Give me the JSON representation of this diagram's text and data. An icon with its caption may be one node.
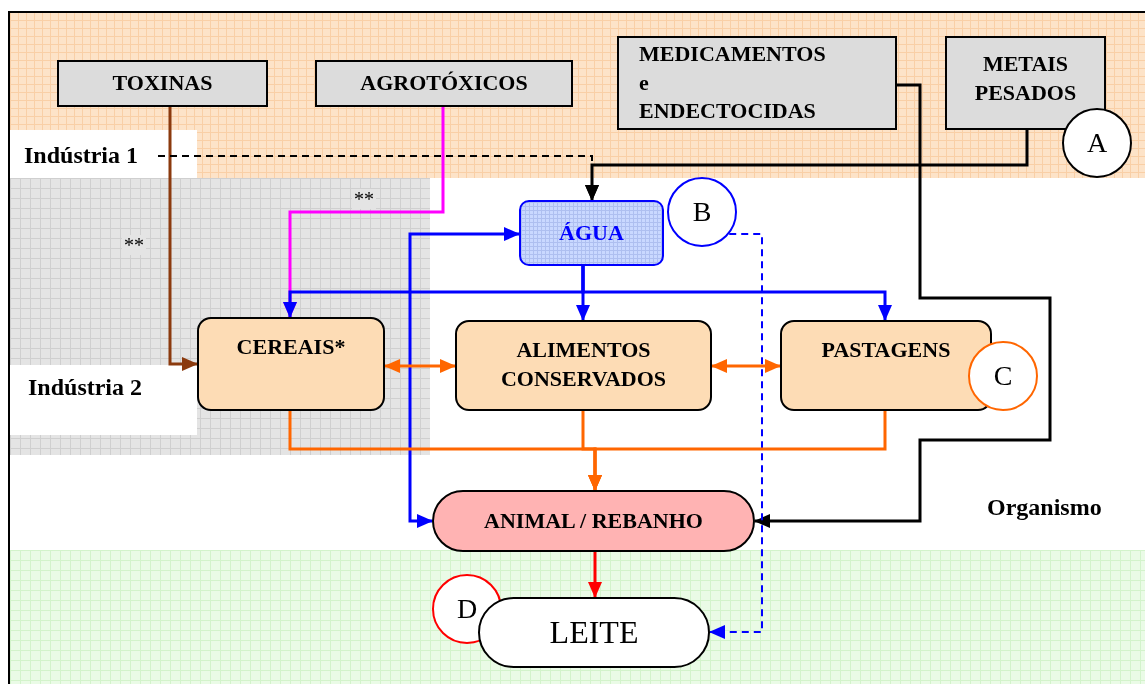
{
  "diagram": {
    "nodes": [
      {
        "text": [
          "TOXINAS"
        ]
      },
      {
        "text": [
          "AGROTÓXICOS"
        ]
      },
      {
        "text": [
          "MEDICAMENTOS e ENDECTOCIDAS"
        ]
      },
      {
        "text": [
          "METAIS PESADOS"
        ]
      },
      {
        "text": [
          "A"
        ]
      },
      {
        "text": [
          "Indústria 1"
        ]
      },
      {
        "text": [
          "ÁGUA"
        ]
      },
      {
        "text": [
          "B"
        ]
      },
      {
        "text": [
          "CEREAIS*"
        ]
      },
      {
        "text": [
          "ALIMENTOS CONSERVADOS"
        ]
      },
      {
        "text": [
          "PASTAGENS"
        ]
      },
      {
        "text": [
          "C"
        ]
      },
      {
        "text": [
          "ANIMAL / REBANHO"
        ]
      },
      {
        "text": [
          "D"
        ]
      },
      {
        "text": [
          "LEITE"
        ]
      }
    ],
    "edges": [
      {
        "from": 0,
        "to": 8,
        "arrow": "to",
        "label": "**",
        "color": "#8b3a0e"
      },
      {
        "from": 1,
        "to": 8,
        "arrow": "to",
        "label": "**",
        "color": "#ff00ff"
      },
      {
        "from": 5,
        "to": 6,
        "arrow": "to",
        "style": "dashed",
        "color": "#000000"
      },
      {
        "from": 3,
        "to": 6,
        "arrow": "to",
        "color": "#000000"
      },
      {
        "from": 2,
        "to": 12,
        "arrow": "to",
        "color": "#000000"
      },
      {
        "from": 6,
        "to": 8,
        "arrow": "to",
        "color": "#0000ff"
      },
      {
        "from": 6,
        "to": 9,
        "arrow": "to",
        "color": "#0000ff"
      },
      {
        "from": 6,
        "to": 10,
        "arrow": "to",
        "color": "#0000ff"
      },
      {
        "from": 6,
        "to": 12,
        "arrow": "both",
        "color": "#0000ff"
      },
      {
        "from": 7,
        "to": 14,
        "arrow": "to",
        "style": "dashed",
        "color": "#0000ff"
      },
      {
        "from": 8,
        "to": 9,
        "arrow": "both",
        "color": "#ff6600"
      },
      {
        "from": 9,
        "to": 10,
        "arrow": "both",
        "color": "#ff6600"
      },
      {
        "from": 8,
        "to": 12,
        "arrow": "to",
        "color": "#ff6600"
      },
      {
        "from": 9,
        "to": 12,
        "arrow": "to",
        "color": "#ff6600"
      },
      {
        "from": 10,
        "to": 12,
        "arrow": "to",
        "color": "#ff6600"
      },
      {
        "from": 12,
        "to": 14,
        "arrow": "to",
        "color": "#ff0000"
      }
    ],
    "labels": [
      "Indústria 2",
      "Organismo"
    ]
  }
}
